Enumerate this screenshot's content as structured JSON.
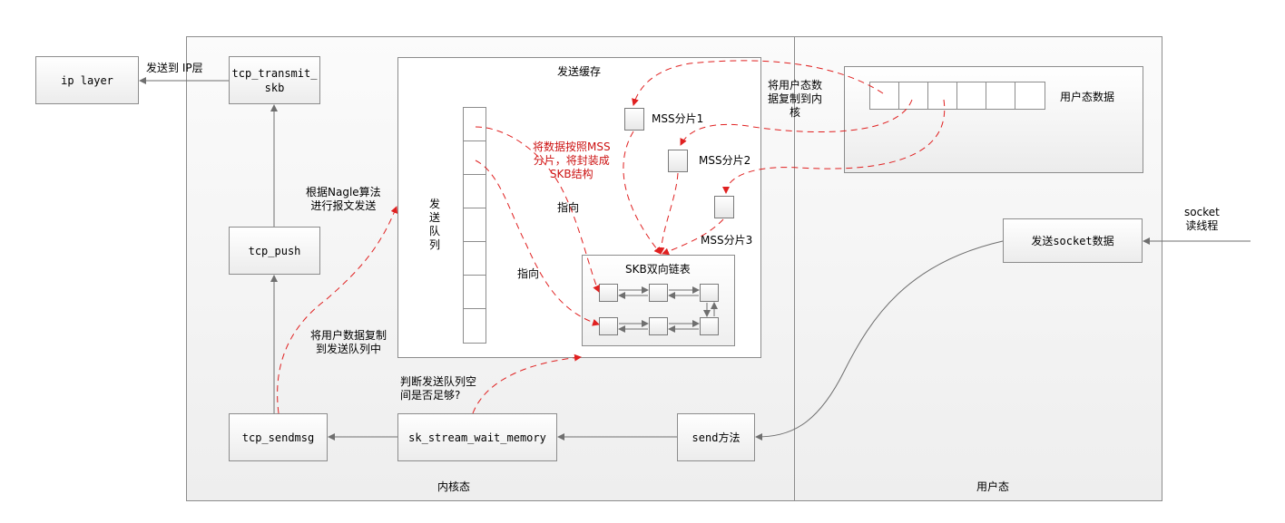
{
  "regions": {
    "kernel_label": "内核态",
    "user_label": "用户态"
  },
  "boxes": {
    "ip_layer": "ip layer",
    "tcp_transmit_skb": "tcp_transmit_\nskb",
    "tcp_push": "tcp_push",
    "tcp_sendmsg": "tcp_sendmsg",
    "sk_stream_wait_memory": "sk_stream_wait_memory",
    "send_method": "send方法",
    "send_socket_data": "发送socket数据",
    "user_data": "用户态数据"
  },
  "send_buffer": {
    "title": "发送缓存",
    "queue_label": "发\n送\n队\n列",
    "skb_list_title": "SKB双向链表",
    "mss1": "MSS分片1",
    "mss2": "MSS分片2",
    "mss3": "MSS分片3",
    "split_note": "将数据按照MSS\n分片，将封装成\nSKB结构",
    "point_to_1": "指向",
    "point_to_2": "指向"
  },
  "annotations": {
    "send_to_ip": "发送到 IP层",
    "nagle": "根据Nagle算法\n进行报文发送",
    "copy_to_queue": "将用户数据复制\n到发送队列中",
    "check_space": "判断发送队列空\n间是否足够?",
    "copy_to_kernel": "将用户态数\n据复制到内\n核",
    "socket_thread": "socket\n读线程"
  },
  "colors": {
    "dashed_arrow": "#e02020",
    "solid_arrow": "#6f6f6f",
    "border": "#8c8c8c",
    "red_text": "#cc1111"
  }
}
